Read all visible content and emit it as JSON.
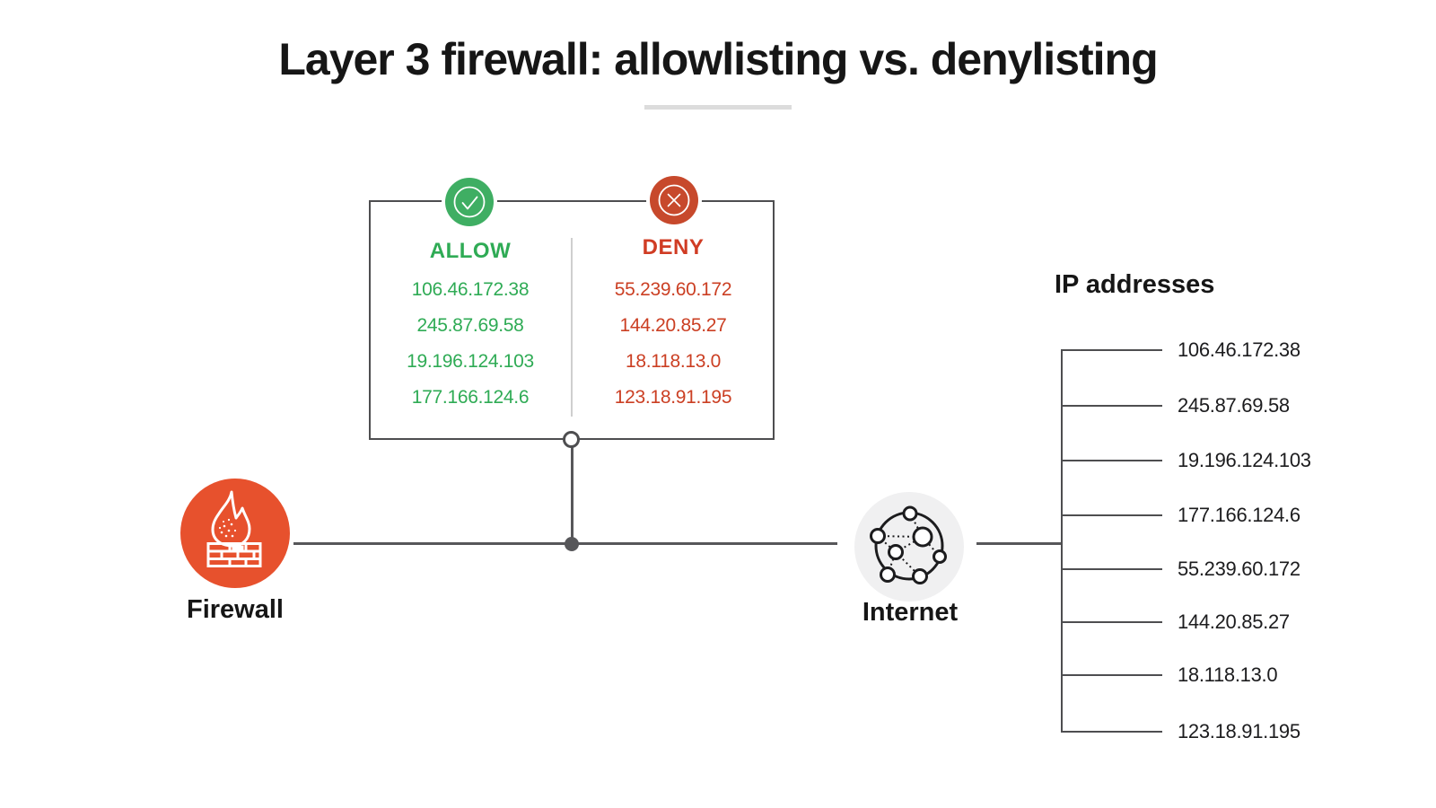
{
  "title": "Layer 3 firewall: allowlisting vs. denylisting",
  "panel": {
    "allow_label": "ALLOW",
    "allow_ips": [
      "106.46.172.38",
      "245.87.69.58",
      "19.196.124.103",
      "177.166.124.6"
    ],
    "deny_label": "DENY",
    "deny_ips": [
      "55.239.60.172",
      "144.20.85.27",
      "18.118.13.0",
      "123.18.91.195"
    ]
  },
  "nodes": {
    "firewall_label": "Firewall",
    "internet_label": "Internet"
  },
  "ip_list": {
    "title": "IP addresses",
    "ips": [
      "106.46.172.38",
      "245.87.69.58",
      "19.196.124.103",
      "177.166.124.6",
      "55.239.60.172",
      "144.20.85.27",
      "18.118.13.0",
      "123.18.91.195"
    ]
  },
  "icons": {
    "allow": "check-circle-icon",
    "deny": "x-circle-icon",
    "firewall": "flame-brick-wall-icon",
    "internet": "network-globe-icon"
  },
  "colors": {
    "allow_green": "#2fab55",
    "allow_badge_green": "#3fae63",
    "deny_red": "#cb3f23",
    "deny_badge_red": "#c7492c",
    "firewall_orange": "#e7512d",
    "internet_gray": "#f0f0f1",
    "line_gray": "#57575a",
    "underline_gray": "#dcdcdc",
    "text_black": "#1c1c1e"
  }
}
